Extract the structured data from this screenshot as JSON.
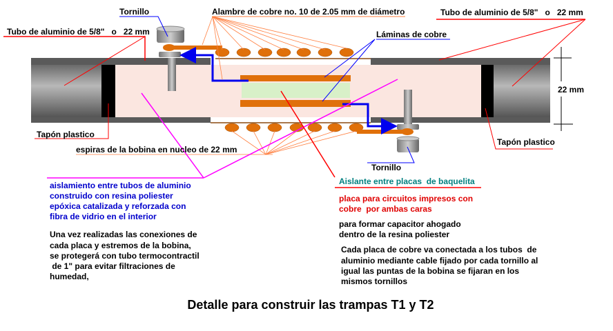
{
  "colors": {
    "copper": "#e0700a",
    "tube": "#5a5a5a",
    "resin": "#fbe6e0",
    "insulator": "#d8f0c8",
    "arrow": "#0000ee",
    "leader_red": "#ff0000",
    "leader_orange": "#ff7f3f",
    "leader_magenta": "#ff00ff"
  },
  "labels": {
    "tornillo_top": "Tornillo",
    "tornillo_bottom": "Tornillo",
    "wire": "Alambre de cobre no. 10 de 2.05 mm de diámetro",
    "tube_left": "Tubo de aluminio de 5/8\"   o   22 mm",
    "tube_right": "Tubo de aluminio de 5/8\"   o   22 mm",
    "plates": "Láminas de cobre",
    "cap_left": "Tapón plastico",
    "cap_right": "Tapón plastico",
    "turns": "espiras de la bobina en nucleo de 22 mm",
    "dimension": "22 mm",
    "insulator": "Aislante entre placas  de baquelita"
  },
  "notes": {
    "isolation": [
      "aislamiento entre tubos de aluminio",
      "construido con resina poliester",
      "epóxica  catalizada y reforzada con",
      "fibra de vidrio en el interior"
    ],
    "pcb": [
      "placa para circuitos impresos con",
      "cobre  por ambas caras"
    ],
    "capacitor": [
      "para formar capacitor ahogado",
      "dentro de la resina poliester"
    ],
    "heat_shrink": [
      "Una vez realizadas las conexiones de",
      "cada placa y estremos de la bobina,",
      "se protegerá con tubo termocontractil",
      " de 1\" para evitar filtraciones de",
      "humedad,"
    ],
    "connection": [
      "Cada placa de cobre va conectada a los tubos  de",
      "aluminio mediante cable fijado por cada tornillo al",
      "igual las puntas de la bobina se fijaran en los",
      "mismos tornillos"
    ]
  },
  "title": "Detalle para construir las trampas T1 y T2"
}
